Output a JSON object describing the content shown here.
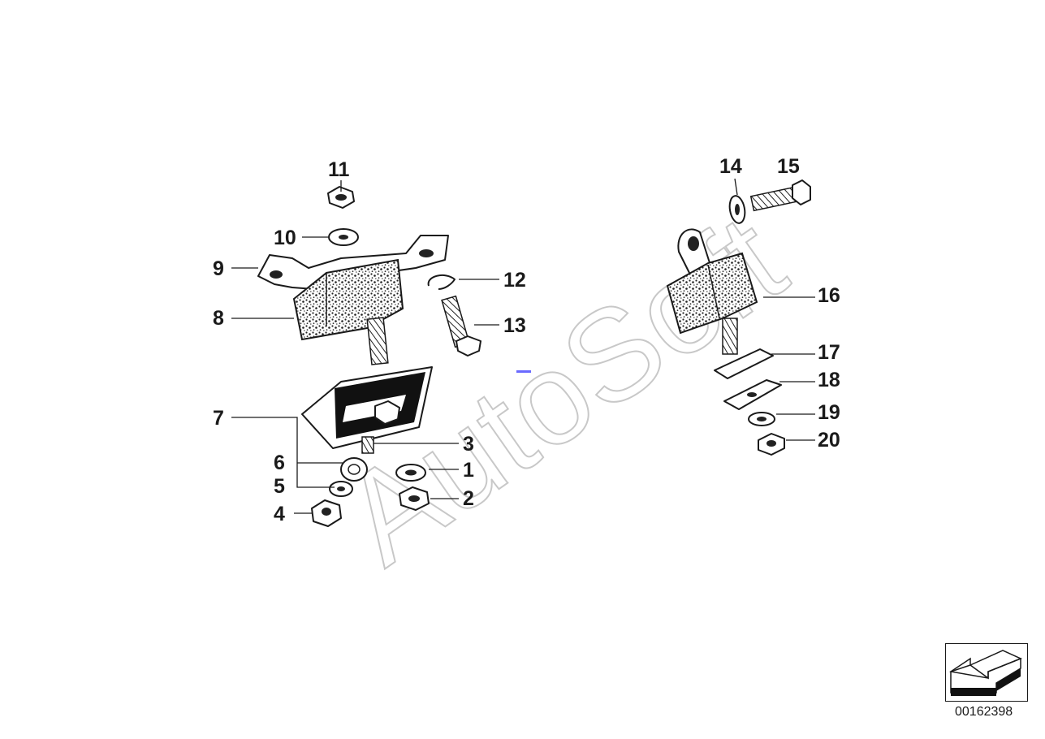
{
  "diagram": {
    "watermark": "AutoSoft",
    "diagram_id": "00162398",
    "callouts": [
      "1",
      "2",
      "3",
      "4",
      "5",
      "6",
      "7",
      "8",
      "9",
      "10",
      "11",
      "12",
      "13",
      "14",
      "15",
      "16",
      "17",
      "18",
      "19",
      "20"
    ]
  }
}
